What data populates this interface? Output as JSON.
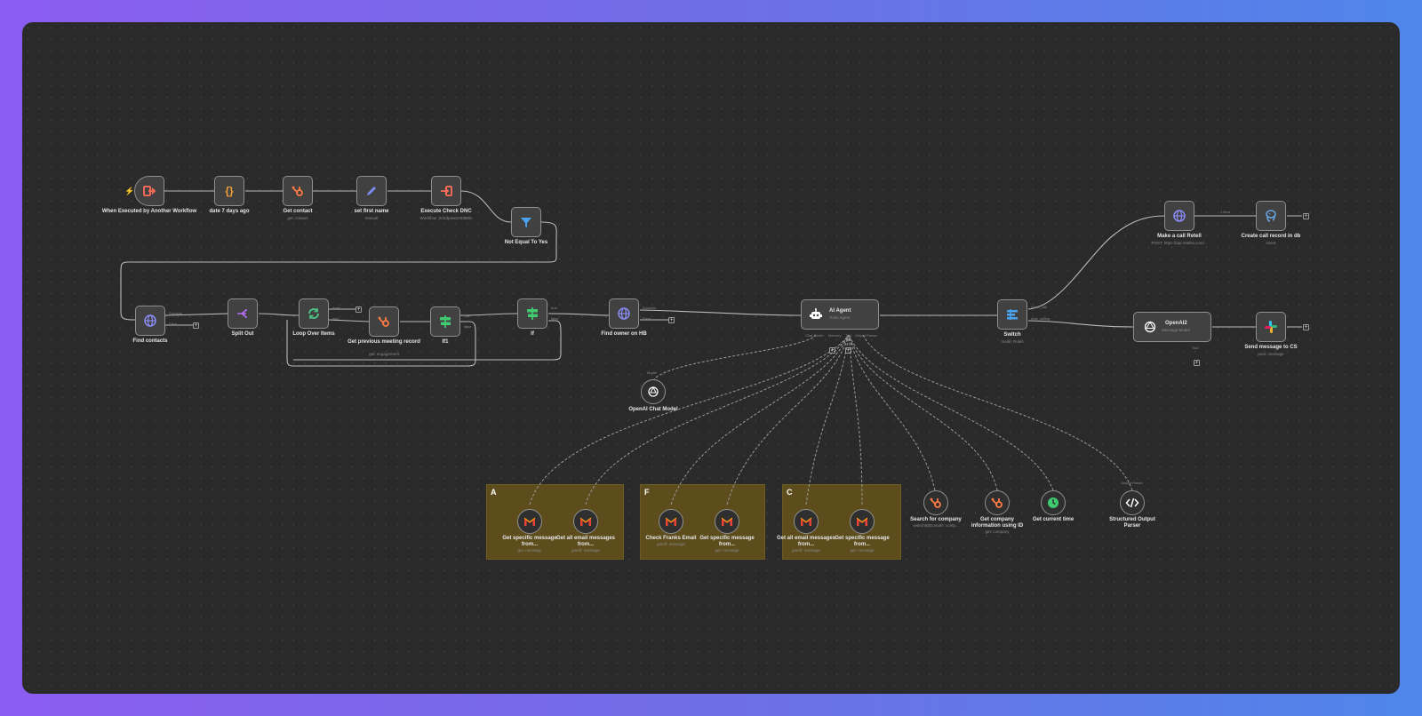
{
  "nodes": {
    "trigger": {
      "label": "When Executed by Another Workflow",
      "icon": "sign-out-icon",
      "color": "#ff6d5a"
    },
    "date": {
      "label": "date 7 days ago",
      "icon": "braces-icon",
      "color": "#f0a035"
    },
    "get_contact": {
      "label": "Get contact",
      "sub": "get: contact",
      "icon": "hubspot-icon",
      "color": "#ff7a45"
    },
    "set_first_name": {
      "label": "set first name",
      "sub": "manual",
      "icon": "pencil-icon",
      "color": "#7b8cf2"
    },
    "execute_check": {
      "label": "Execute Check DNC",
      "sub": "Workflow: ZcEdpawZA93tMlo",
      "icon": "sign-in-icon",
      "color": "#ff6d5a"
    },
    "not_equal": {
      "label": "Not Equal To Yes",
      "icon": "filter-icon",
      "color": "#4aa3f0"
    },
    "find_contacts": {
      "label": "Find contacts",
      "icon": "globe-icon",
      "color": "#8a8cf6"
    },
    "split_out": {
      "label": "Split Out",
      "icon": "split-icon",
      "color": "#b56df0"
    },
    "loop": {
      "label": "Loop Over Items",
      "icon": "loop-icon",
      "color": "#4ec98a"
    },
    "get_prev": {
      "label": "Get previous meeting record",
      "sub": "get: engagement",
      "icon": "hubspot-icon",
      "color": "#ff7a45"
    },
    "if1": {
      "label": "If1",
      "icon": "signpost-icon",
      "color": "#3fca72"
    },
    "if": {
      "label": "If",
      "icon": "signpost-icon",
      "color": "#3fca72"
    },
    "find_owner": {
      "label": "Find owner on HB",
      "icon": "globe-icon",
      "color": "#8a8cf6"
    },
    "ai_agent": {
      "label": "AI Agent",
      "sub": "Tools Agent",
      "icon": "robot-icon",
      "color": "#ffffff"
    },
    "switch": {
      "label": "Switch",
      "sub": "mode: Rules",
      "icon": "switch-icon",
      "color": "#4aa3f0"
    },
    "make_call": {
      "label": "Make a call Retell",
      "sub": "POST: https://api.retellai.com/...",
      "icon": "globe-icon",
      "color": "#8a8cf6"
    },
    "create_call": {
      "label": "Create call record in db",
      "sub": "insert",
      "icon": "postgres-icon",
      "color": "#6aa8e8"
    },
    "openai2": {
      "label": "OpenAI2",
      "sub": "Message Model",
      "icon": "openai-icon",
      "color": "#ffffff"
    },
    "send_message": {
      "label": "Send message to CS",
      "sub": "post: message",
      "icon": "slack-icon",
      "color": "#e01e5a"
    },
    "chat_model": {
      "label": "OpenAI Chat Model",
      "icon": "openai-icon",
      "color": "#ffffff"
    },
    "gmail1": {
      "label": "Get specific message from...",
      "sub": "get: message",
      "icon": "gmail-icon"
    },
    "gmail2": {
      "label": "Get all email messages from...",
      "sub": "getAll: message",
      "icon": "gmail-icon"
    },
    "gmail3": {
      "label": "Check Franks Email",
      "sub": "getAll: message",
      "icon": "gmail-icon"
    },
    "gmail4": {
      "label": "Get specific message from...",
      "sub": "get: message",
      "icon": "gmail-icon"
    },
    "gmail5": {
      "label": "Get all email messages from...",
      "sub": "getAll: message",
      "icon": "gmail-icon"
    },
    "gmail6": {
      "label": "Get specific message from...",
      "sub": "get: message",
      "icon": "gmail-icon"
    },
    "search_company": {
      "label": "Search for company",
      "sub": "searchByDomain: comp...",
      "icon": "hubspot-icon",
      "color": "#ff7a45"
    },
    "get_company": {
      "label": "Get company information using ID",
      "sub": "get: company",
      "icon": "hubspot-icon",
      "color": "#ff7a45"
    },
    "current_time": {
      "label": "Get current time",
      "icon": "clock-icon",
      "color": "#3fca72"
    },
    "output_parser": {
      "label": "Structured Output Parser",
      "icon": "code-icon",
      "color": "#ffffff"
    }
  },
  "sticky_notes": [
    {
      "title": "A",
      "color": "#5d4d1d"
    },
    {
      "title": "F",
      "color": "#5d4d1d"
    },
    {
      "title": "C",
      "color": "#5d4d1d"
    }
  ],
  "port_labels": {
    "success": "Success",
    "error": "Error",
    "done": "done",
    "loop": "loop",
    "true": "true",
    "false": "false",
    "make_call": "make_call",
    "post_calling": "post_calling",
    "model": "Model",
    "chat_model": "Chat Model",
    "memory": "Memory",
    "tool": "Tool",
    "output_parser": "Output Parser",
    "items_count": "1 item"
  },
  "colors": {
    "canvas": "#2a2a2a",
    "node_bg": "#414141",
    "edge": "#b9b9b9",
    "trigger": "#ff6d5a"
  }
}
